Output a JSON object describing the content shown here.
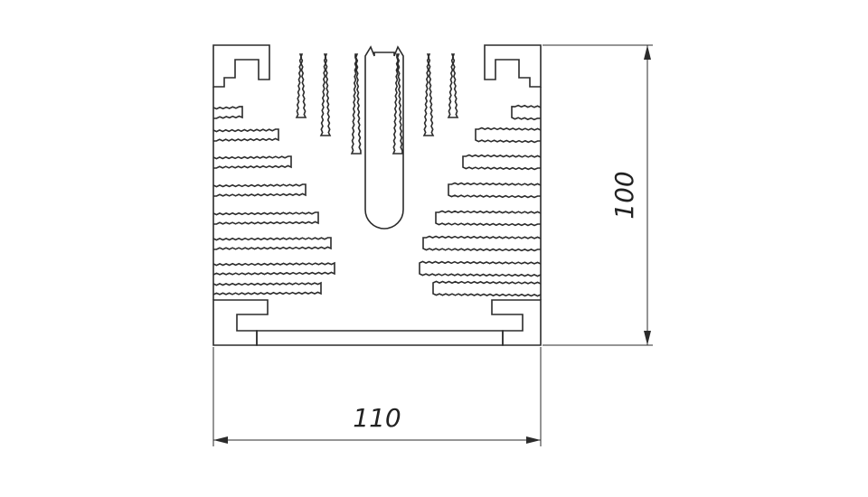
{
  "drawing": {
    "dimension_width": "110",
    "dimension_height": "100",
    "line_color": "#2b2b2b",
    "background_color": "#ffffff",
    "subject": "heatsink-profile"
  }
}
